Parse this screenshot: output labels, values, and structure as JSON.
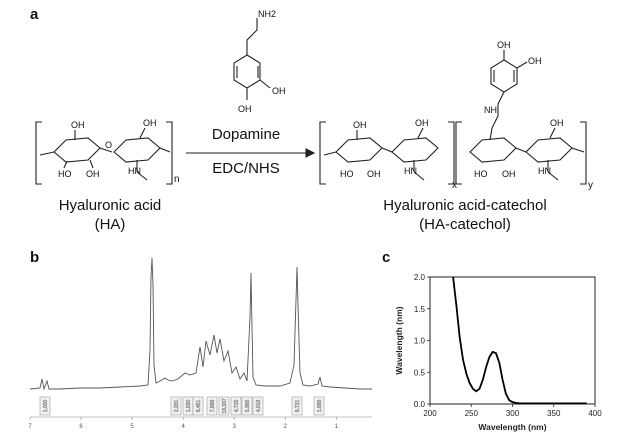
{
  "panel_a": {
    "letter": "a",
    "reagent_top": "Dopamine",
    "reagent_bottom": "EDC/NHS",
    "ha_name": "Hyaluronic acid",
    "ha_abbr": "(HA)",
    "hac_name": "Hyaluronic acid-catechol",
    "hac_abbr": "(HA-catechol)",
    "atoms": {
      "nh2": "NH2",
      "oh": "OH",
      "ho": "HO",
      "hn": "HN",
      "nh": "NH",
      "o": "O",
      "n": "n",
      "x": "x",
      "y": "y"
    }
  },
  "panel_b": {
    "letter": "b",
    "x_ticks": [
      "7",
      "6",
      "5",
      "4",
      "3",
      "2",
      "1"
    ],
    "integrals": [
      "1.000",
      "2.281",
      "1.530",
      "8.451",
      "7.888",
      "13.337",
      "4.725",
      "5.366",
      "4.018",
      "9.721",
      "1.086"
    ]
  },
  "panel_c": {
    "letter": "c",
    "chart_data": {
      "type": "line",
      "title": "",
      "xlabel": "Wavelength (nm)",
      "ylabel": "Wavelength (nm)",
      "xlim": [
        200,
        400
      ],
      "ylim": [
        0,
        2.0
      ],
      "x_ticks": [
        "200",
        "250",
        "300",
        "350",
        "400"
      ],
      "y_ticks": [
        "0.0",
        "0.5",
        "1.0",
        "1.5",
        "2.0"
      ],
      "x": [
        228,
        232,
        236,
        240,
        244,
        248,
        252,
        256,
        260,
        264,
        268,
        272,
        276,
        280,
        284,
        288,
        292,
        296,
        300,
        305,
        310,
        320,
        330,
        340,
        350,
        360,
        370,
        380,
        390
      ],
      "y": [
        2.0,
        1.55,
        1.05,
        0.7,
        0.48,
        0.33,
        0.24,
        0.2,
        0.24,
        0.38,
        0.58,
        0.74,
        0.82,
        0.8,
        0.65,
        0.38,
        0.16,
        0.06,
        0.03,
        0.015,
        0.01,
        0.01,
        0.01,
        0.01,
        0.01,
        0.01,
        0.01,
        0.01,
        0.01
      ]
    }
  }
}
